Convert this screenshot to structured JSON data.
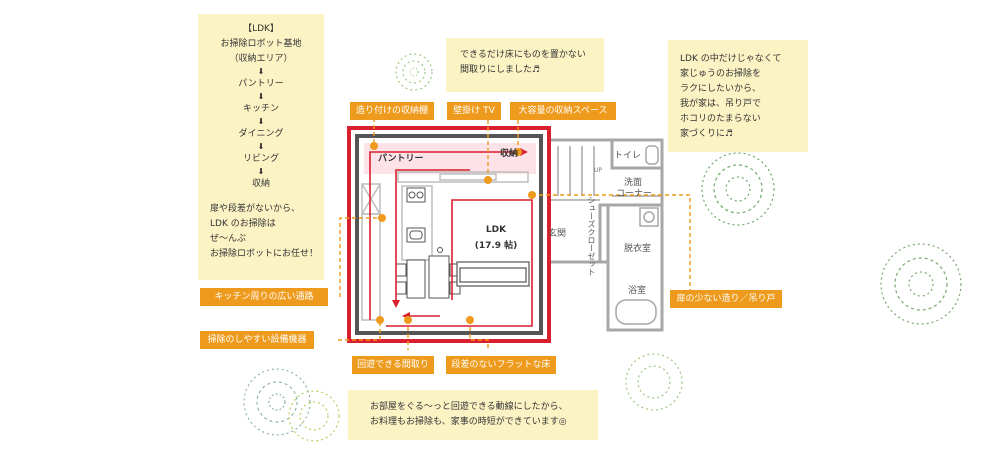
{
  "flow_note": {
    "title": "【LDK】",
    "line1": "お掃除ロボット基地",
    "line2": "（収納エリア）",
    "steps": [
      "パントリー",
      "キッチン",
      "ダイニング",
      "リビング",
      "収納"
    ],
    "arrow": "⬇",
    "text": [
      "扉や段差がないから、",
      "LDK のお掃除は",
      "ぜ～んぶ",
      "お掃除ロボットにお任せ！"
    ]
  },
  "top_note": [
    "できるだけ床にものを置かない",
    "間取りにしました♬"
  ],
  "right_note": [
    "LDK の中だけじゃなくて",
    "家じゅうのお掃除を",
    "ラクにしたいから、",
    "我が家は、吊り戸で",
    "ホコリのたまらない",
    "家づくりに♬"
  ],
  "bottom_note": [
    "お部屋をぐる～っと回遊できる動線にしたから、",
    "お料理もお掃除も、家事の時短ができています◎"
  ],
  "tags": {
    "storage": "造り付けの収納棚",
    "tv": "壁掛け TV",
    "big_storage": "大容量の収納スペース",
    "kitchen_path": "キッチン周りの広い通路",
    "equipment": "掃除のしやすい設備機器",
    "loop": "回遊できる間取り",
    "flat": "段差のないフラットな床",
    "door": "扉の少ない造り／吊り戸"
  },
  "plan": {
    "pantry": "パントリー",
    "storage": "収納",
    "ldk": "LDK",
    "ldk_size": "(17.9 帖)",
    "toilet": "トイレ",
    "up": "UP",
    "washroom_1": "洗面",
    "washroom_2": "コーナー",
    "shoes_closet": "シューズクローゼット",
    "entrance": "玄関",
    "dressing": "脱衣室",
    "bath": "浴室"
  },
  "colors": {
    "note_bg": "#fbf3c4",
    "tag_bg": "#ee9a1c",
    "route_red": "#d9202e",
    "leader_orange": "#ee9a1c",
    "pantry_pink": "#fde3e8",
    "wall_gray": "#a7a7a7"
  }
}
